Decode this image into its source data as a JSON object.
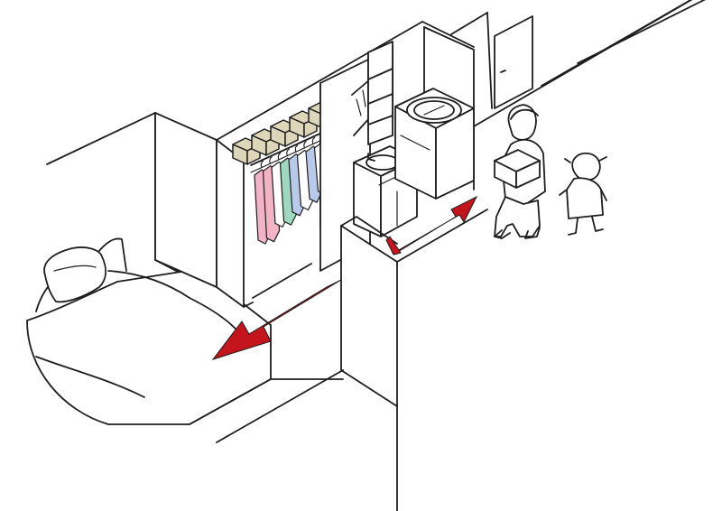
{
  "colors": {
    "arrow": "#c4141c",
    "storage_box": "#ddd6b8",
    "garment_pink": "#f2b3c6",
    "garment_green": "#9fd8c0",
    "garment_blue": "#b9c9ea",
    "skin_tint": "#ffffff",
    "outline": "#1e1e1e"
  },
  "scene": {
    "zones": [
      "bedroom",
      "walk-in-closet",
      "washroom",
      "hallway"
    ],
    "arrows": [
      {
        "direction": "from-washroom-toward-hallway",
        "icon": "double-headed-arrow"
      },
      {
        "direction": "through-closet-to-bedroom",
        "icon": "arrow-left-down"
      }
    ],
    "people": [
      {
        "role": "adult",
        "carrying": "folded-laundry-box"
      },
      {
        "role": "child"
      }
    ],
    "items": [
      "bed",
      "pillow",
      "wall-mirror",
      "hanging-clothes",
      "storage-boxes",
      "washing-machine",
      "sink-vanity",
      "towel-shelf",
      "door"
    ]
  }
}
